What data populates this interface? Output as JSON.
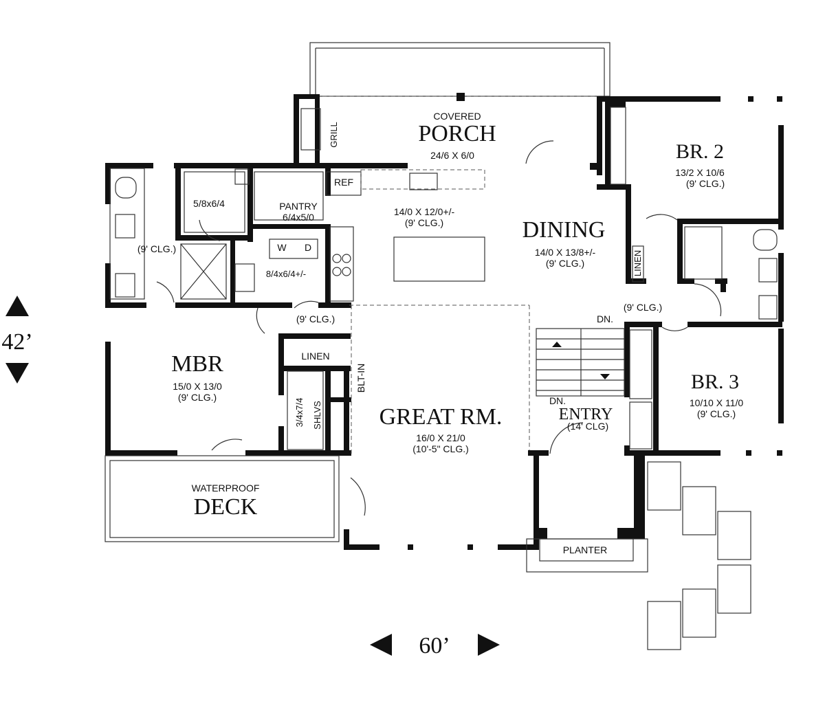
{
  "rooms": {
    "porch": {
      "kicker": "COVERED",
      "name": "PORCH",
      "size": "24/6 X 6/0"
    },
    "br2": {
      "name": "BR. 2",
      "size": "13/2 X 10/6",
      "clg": "(9' CLG.)"
    },
    "kitchen": {
      "size": "14/0 X 12/0+/-",
      "clg": "(9' CLG.)"
    },
    "dining": {
      "name": "DINING",
      "size": "14/0 X 13/8+/-",
      "clg": "(9' CLG.)"
    },
    "pantry": {
      "name": "PANTRY",
      "size": "6/4x5/0"
    },
    "ref": "REF",
    "grill": "GRILL",
    "closet_mbr": "5/8x6/4",
    "laundry": {
      "w": "W",
      "d": "D",
      "size": "8/4x6/4+/-"
    },
    "mbath_clg": "(9' CLG.)",
    "hall_clg": "(9' CLG.)",
    "hall2_clg": "(9' CLG.)",
    "linen_hall": "LINEN",
    "linen_br2": "LINEN",
    "mbr": {
      "name": "MBR",
      "size": "15/0 X 13/0",
      "clg": "(9' CLG.)"
    },
    "blt_in": "BLT-IN",
    "shlvs": "SHLVS",
    "closet2": "3/4x7/4",
    "great": {
      "name": "GREAT RM.",
      "size": "16/0 X 21/0",
      "clg": "(10'-5\" CLG.)"
    },
    "stair_dn": "DN.",
    "entry_dn": "DN.",
    "entry": {
      "name": "ENTRY",
      "clg": "(14' CLG)"
    },
    "br3": {
      "name": "BR. 3",
      "size": "10/10 X 11/0",
      "clg": "(9' CLG.)"
    },
    "deck": {
      "kicker": "WATERPROOF",
      "name": "DECK"
    },
    "planter": "PLANTER"
  },
  "dimensions": {
    "depth": "42’",
    "width": "60’"
  }
}
